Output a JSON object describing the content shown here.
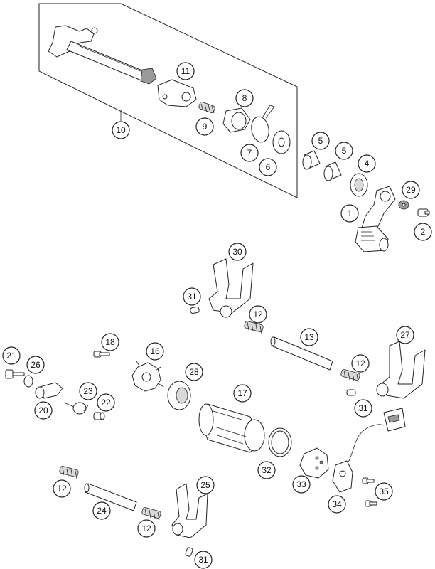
{
  "callouts": [
    {
      "id": "c1",
      "label": "1"
    },
    {
      "id": "c2",
      "label": "2"
    },
    {
      "id": "c4",
      "label": "4"
    },
    {
      "id": "c5a",
      "label": "5"
    },
    {
      "id": "c5b",
      "label": "5"
    },
    {
      "id": "c6",
      "label": "6"
    },
    {
      "id": "c7",
      "label": "7"
    },
    {
      "id": "c8",
      "label": "8"
    },
    {
      "id": "c9",
      "label": "9"
    },
    {
      "id": "c10",
      "label": "10"
    },
    {
      "id": "c11",
      "label": "11"
    },
    {
      "id": "c12a",
      "label": "12"
    },
    {
      "id": "c12b",
      "label": "12"
    },
    {
      "id": "c12c",
      "label": "12"
    },
    {
      "id": "c12d",
      "label": "12"
    },
    {
      "id": "c13",
      "label": "13"
    },
    {
      "id": "c16",
      "label": "16"
    },
    {
      "id": "c17",
      "label": "17"
    },
    {
      "id": "c18",
      "label": "18"
    },
    {
      "id": "c20",
      "label": "20"
    },
    {
      "id": "c21",
      "label": "21"
    },
    {
      "id": "c22",
      "label": "22"
    },
    {
      "id": "c23",
      "label": "23"
    },
    {
      "id": "c24",
      "label": "24"
    },
    {
      "id": "c25",
      "label": "25"
    },
    {
      "id": "c26",
      "label": "26"
    },
    {
      "id": "c27",
      "label": "27"
    },
    {
      "id": "c28",
      "label": "28"
    },
    {
      "id": "c29",
      "label": "29"
    },
    {
      "id": "c30",
      "label": "30"
    },
    {
      "id": "c31a",
      "label": "31"
    },
    {
      "id": "c31b",
      "label": "31"
    },
    {
      "id": "c31c",
      "label": "31"
    },
    {
      "id": "c32",
      "label": "32"
    },
    {
      "id": "c33",
      "label": "33"
    },
    {
      "id": "c34",
      "label": "34"
    },
    {
      "id": "c35",
      "label": "35"
    }
  ]
}
